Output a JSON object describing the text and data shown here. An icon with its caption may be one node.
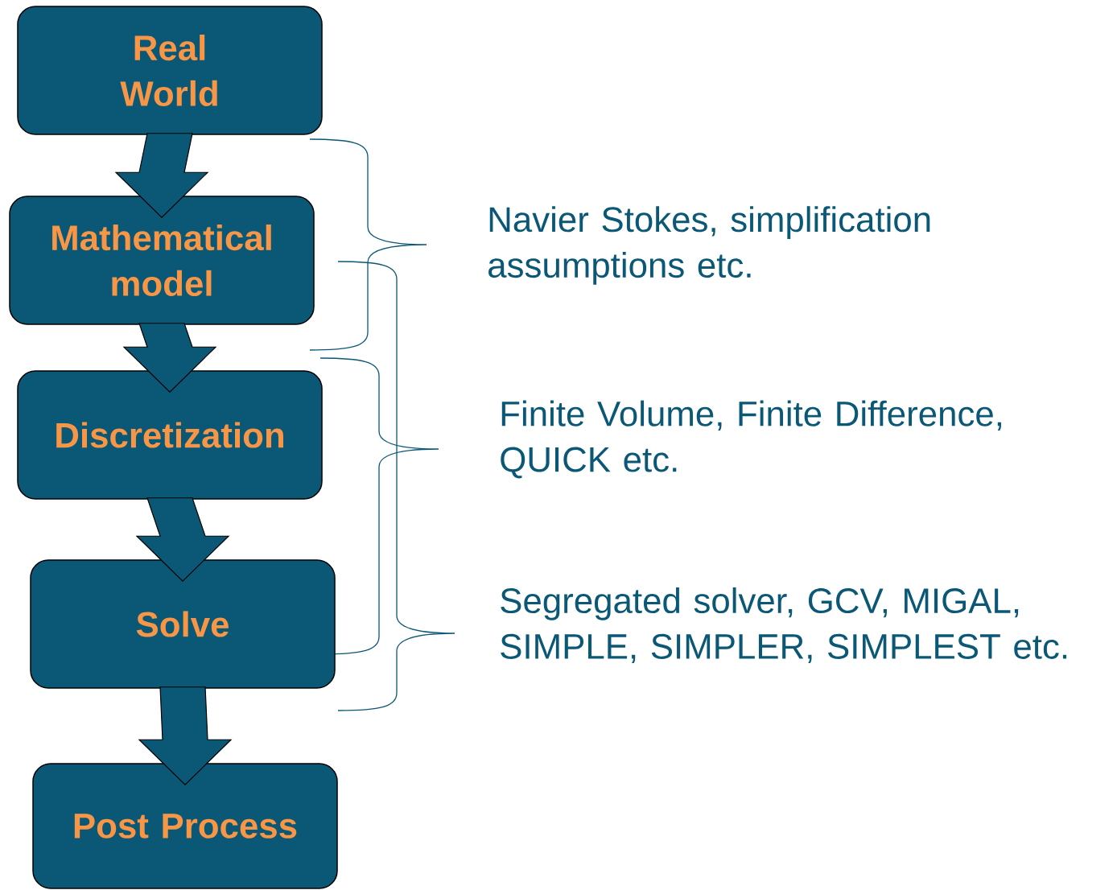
{
  "diagram": {
    "nodes": [
      {
        "text": [
          "Real World"
        ]
      },
      {
        "text": [
          "Mathematical model"
        ]
      },
      {
        "text": [
          "Discretization"
        ]
      },
      {
        "text": [
          "Solve"
        ]
      },
      {
        "text": [
          "Post Process"
        ]
      }
    ],
    "edges": [
      {
        "from": 0,
        "to": 1,
        "arrow": "to"
      },
      {
        "from": 1,
        "to": 2,
        "arrow": "to"
      },
      {
        "from": 2,
        "to": 3,
        "arrow": "to"
      },
      {
        "from": 3,
        "to": 4,
        "arrow": "to"
      }
    ],
    "labels": [
      "Navier Stokes, simplification assumptions etc.",
      "Finite Volume, Finite Difference, QUICK etc.",
      "Segregated solver, GCV, MIGAL, SIMPLE, SIMPLER, SIMPLEST etc."
    ]
  }
}
